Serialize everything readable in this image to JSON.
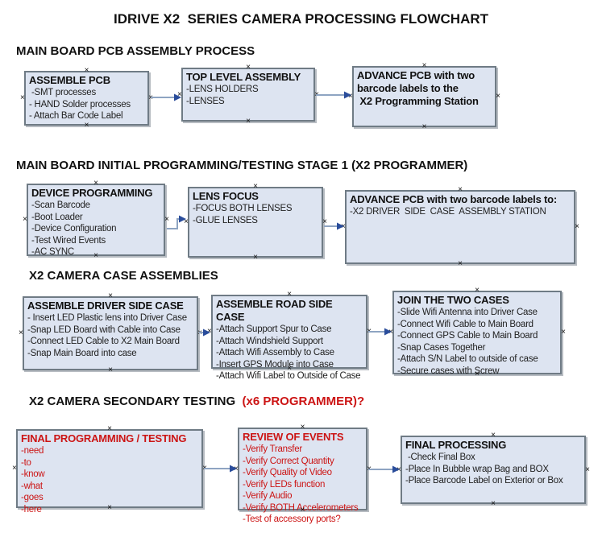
{
  "title": "IDRIVE X2  SERIES CAMERA PROCESSING FLOWCHART",
  "glyphs": {
    "anchor": "×"
  },
  "colors": {
    "box_fill": "#dde4f1",
    "box_border": "#6f7b85",
    "red": "#cc1414",
    "arrow_line": "#8ea4c2",
    "arrow_head": "#2a4d9b"
  },
  "sections": [
    {
      "heading": "MAIN BOARD PCB ASSEMBLY PROCESS",
      "boxes": [
        {
          "title": "ASSEMBLE PCB",
          "items": [
            " -SMT processes",
            "- HAND Solder processes",
            "- Attach Bar Code Label"
          ]
        },
        {
          "title": "TOP LEVEL ASSEMBLY",
          "items": [
            "-LENS HOLDERS",
            "-LENSES"
          ]
        },
        {
          "title": "ADVANCE PCB with two\nbarcode labels to the\n X2 Programming Station",
          "items": []
        }
      ]
    },
    {
      "heading": "MAIN BOARD INITIAL PROGRAMMING/TESTING STAGE 1 (X2 PROGRAMMER)",
      "boxes": [
        {
          "title": "DEVICE PROGRAMMING",
          "items": [
            "-Scan Barcode",
            "-Boot Loader",
            "-Device Configuration",
            "-Test Wired Events",
            "-AC SYNC"
          ]
        },
        {
          "title": "LENS FOCUS",
          "items": [
            "-FOCUS BOTH LENSES",
            "-GLUE LENSES"
          ]
        },
        {
          "title": "ADVANCE PCB with two barcode labels to:",
          "items": [
            "-X2 DRIVER  SIDE  CASE  ASSEMBLY STATION"
          ]
        }
      ]
    },
    {
      "heading": "X2 CAMERA CASE ASSEMBLIES",
      "boxes": [
        {
          "title": "ASSEMBLE DRIVER SIDE CASE",
          "items": [
            "- Insert LED Plastic lens into Driver Case",
            "-Snap LED Board with Cable into Case",
            "-Connect LED Cable to X2 Main Board",
            "-Snap Main Board into case"
          ]
        },
        {
          "title": "ASSEMBLE ROAD SIDE CASE",
          "items": [
            "-Attach Support Spur to Case",
            "-Attach Windshield Support",
            "-Attach Wifi Assembly to Case",
            "-Insert GPS Module into Case",
            "-Attach Wifi Label to Outside of Case"
          ]
        },
        {
          "title": "JOIN THE TWO CASES",
          "items": [
            "-Slide Wifi Antenna into Driver Case",
            "-Connect Wifi Cable to Main Board",
            "-Connect GPS Cable to Main Board",
            "-Snap Cases Together",
            "-Attach S/N Label to outside of case",
            "-Secure cases with Screw"
          ]
        }
      ]
    },
    {
      "heading": "X2 CAMERA SECONDARY TESTING  ",
      "heading_red": "(x6 PROGRAMMER)?",
      "boxes": [
        {
          "title": "FINAL PROGRAMMING / TESTING",
          "red": true,
          "items": [
            "-need",
            "-to",
            "-know",
            "-what",
            "-goes",
            "-here"
          ]
        },
        {
          "title": "REVIEW OF EVENTS",
          "red": true,
          "items": [
            "-Verify Transfer",
            "-Verify Correct Quantity",
            "-Verify Quality of Video",
            "-Verify LEDs function",
            "-Verify Audio",
            "-Verify BOTH Accelerometers",
            "-Test of accessory ports?"
          ]
        },
        {
          "title": "FINAL PROCESSING",
          "items": [
            " -Check Final Box",
            "-Place In Bubble wrap Bag and BOX",
            "-Place Barcode Label on Exterior or Box"
          ]
        }
      ]
    }
  ]
}
